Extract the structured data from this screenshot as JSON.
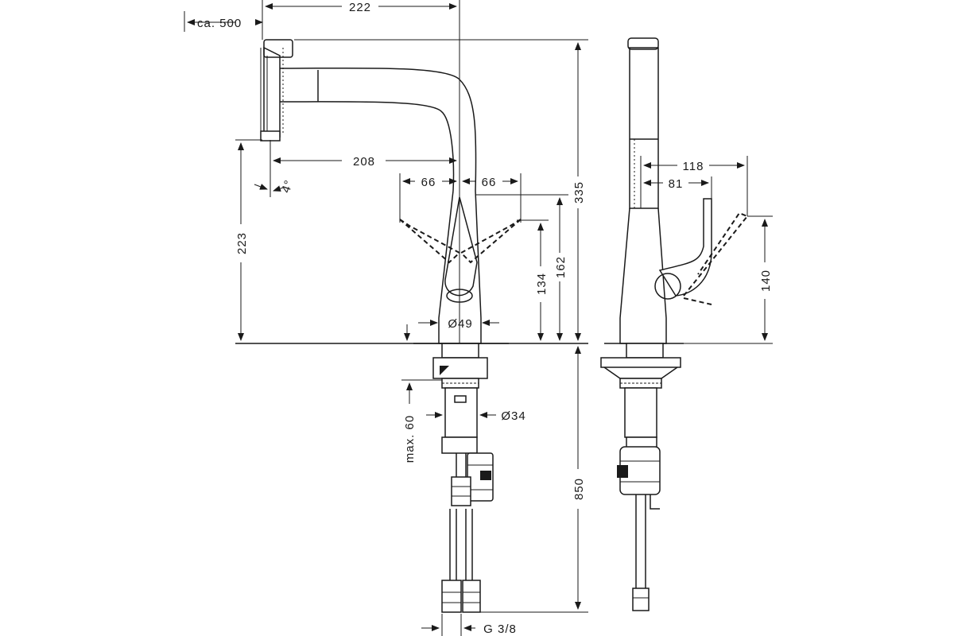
{
  "dimensions": {
    "ca500": "ca. 500",
    "d222": "222",
    "d335": "335",
    "d208": "208",
    "d4deg": "4°",
    "d66_left": "66",
    "d66_right": "66",
    "d223": "223",
    "d134": "134",
    "d162": "162",
    "d49": "Ø49",
    "dmax60": "max. 60",
    "d34": "Ø34",
    "d850": "850",
    "g38": "G 3/8",
    "d118": "118",
    "d81": "81",
    "d140": "140"
  },
  "colors": {
    "line": "#1a1a1a",
    "background": "#ffffff"
  }
}
